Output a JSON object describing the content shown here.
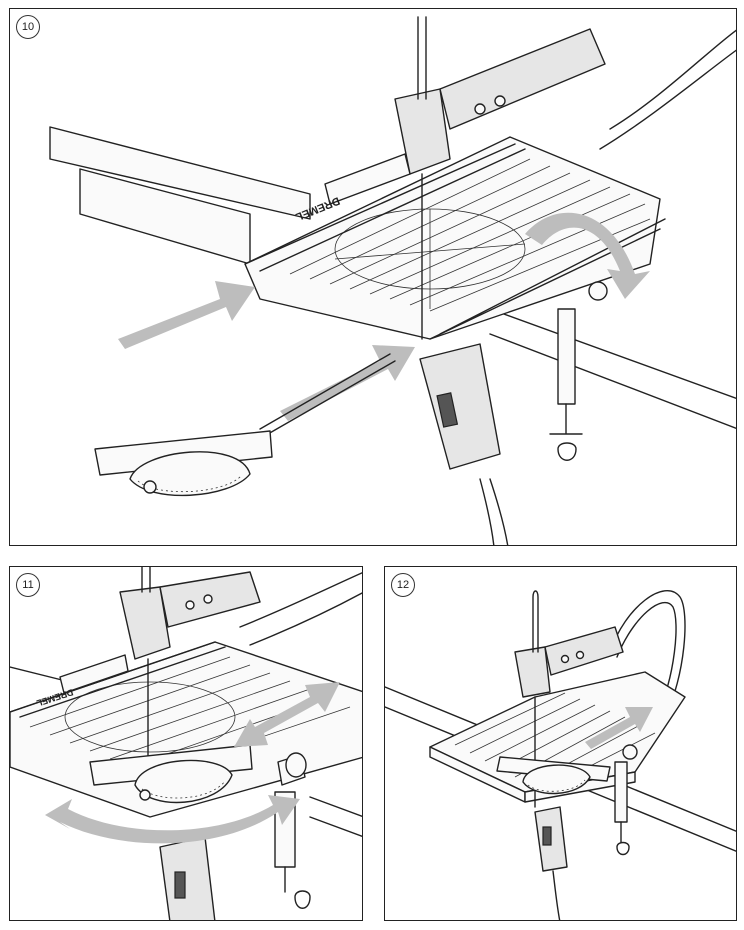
{
  "figures": [
    {
      "number": "10"
    },
    {
      "number": "11"
    },
    {
      "number": "12"
    }
  ],
  "brand_marking": "DREMEL"
}
